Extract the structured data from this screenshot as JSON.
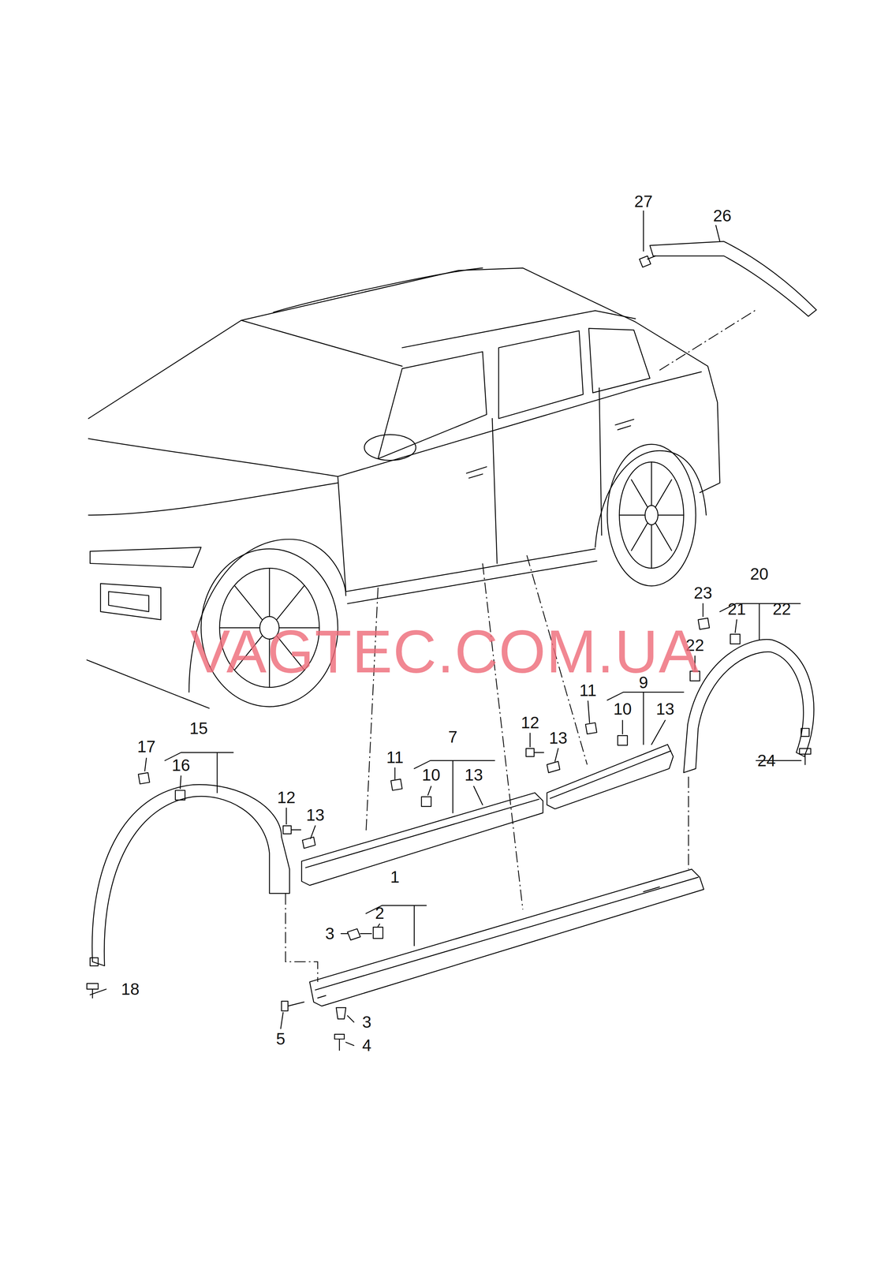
{
  "diagram": {
    "labels": [
      "27",
      "26",
      "20",
      "23",
      "21",
      "22",
      "22",
      "9",
      "11",
      "10",
      "13",
      "12",
      "13",
      "7",
      "11",
      "10",
      "13",
      "15",
      "17",
      "16",
      "12",
      "13",
      "1",
      "2",
      "3",
      "24",
      "18",
      "5",
      "3",
      "4",
      "VAGTEC.COM.UA"
    ]
  }
}
